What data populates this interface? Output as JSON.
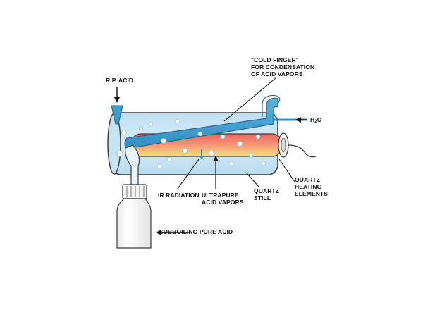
{
  "colors": {
    "still_glass": "#cfe8f6",
    "still_outline": "#3a3a3a",
    "cold_finger": "#3a9fd0",
    "heater_red": "#f26a60",
    "heater_yellow": "#f6e07a",
    "bubbles": "#ffffff",
    "bottle": "#f7f7f7"
  },
  "labels": {
    "rp_acid": "R.P. ACID",
    "cold_finger_line1": "\"COLD FINGER\"",
    "cold_finger_line2": "FOR CONDENSATION",
    "cold_finger_line3": "OF ACID VAPORS",
    "water": "H",
    "water_sub": "2",
    "water_tail": "O",
    "heating_line1": "QUARTZ",
    "heating_line2": "HEATING",
    "heating_line3": "ELEMENTS",
    "still_line1": "QUARTZ",
    "still_line2": "STILL",
    "ultrapure_line1": "ULTRAPURE",
    "ultrapure_line2": "ACID VAPORS",
    "ir_radiation": "IR RADIATION",
    "subboiling": "SUBBOILING PURE ACID"
  },
  "icons": {
    "arrow": "arrow-icon",
    "bubble": "bubble-icon"
  }
}
